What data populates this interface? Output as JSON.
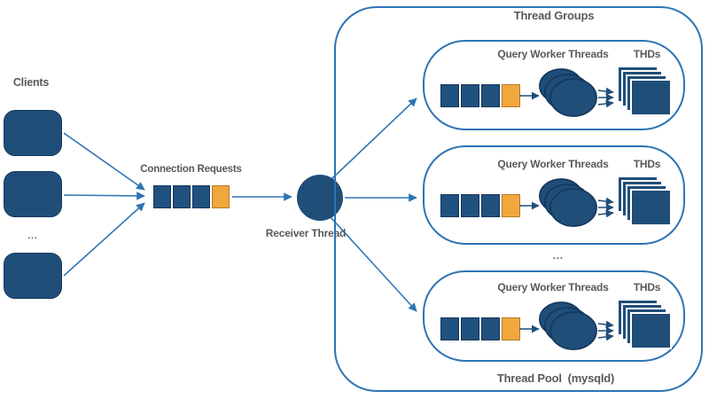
{
  "labels": {
    "clients": "Clients",
    "clients_ellipsis": "...",
    "connection_requests": "Connection Requests",
    "receiver_thread": "Receiver Thread",
    "thread_groups": "Thread Groups",
    "thread_pool": "Thread Pool  (mysqld)",
    "groups_ellipsis": "..."
  },
  "thread_groups": [
    {
      "worker_label": "Query Worker Threads",
      "thd_label": "THDs"
    },
    {
      "worker_label": "Query Worker Threads",
      "thd_label": "THDs"
    },
    {
      "worker_label": "Query Worker Threads",
      "thd_label": "THDs"
    }
  ],
  "connection_queue": {
    "cells": 4,
    "highlighted_cell_index": 3
  },
  "group_queue": {
    "cells": 4,
    "highlighted_cell_index": 3
  },
  "clients_count": 3,
  "worker_ellipses_per_group": 3,
  "thd_squares_per_group": 4,
  "colors": {
    "node_fill": "#1F4E79",
    "node_outline": "#16395F",
    "connector": "#2E74B5",
    "container_stroke": "#2E74B5",
    "queue_cell_fill": "#21517E",
    "queue_cell_border": "#15355A",
    "queue_highlight_fill": "#F0A73E",
    "queue_highlight_border": "#B57B22",
    "label_text": "#595959"
  }
}
